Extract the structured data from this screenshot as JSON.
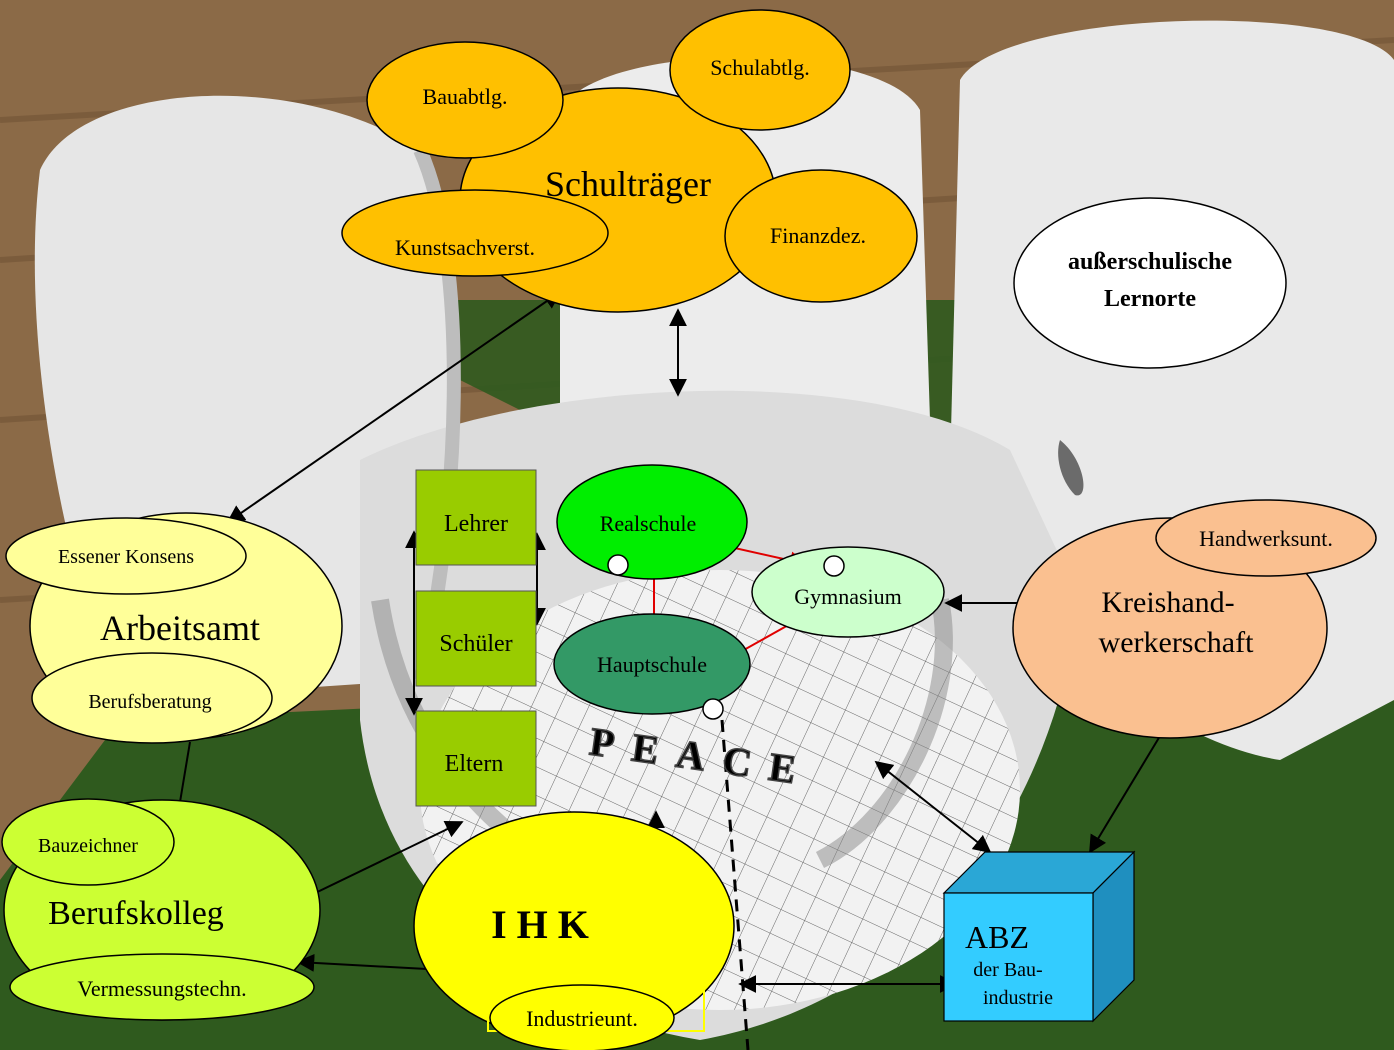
{
  "colors": {
    "schultraeger": "#ffc000",
    "arbeitsamt": "#ffff99",
    "berufskolleg": "#ccff33",
    "ihk": "#ffff00",
    "realschule": "#00ee00",
    "hauptschule": "#339966",
    "gymnasium": "#ccffcc",
    "kreishandwerkerschaft": "#fac090",
    "box": "#99cc00",
    "abz": "#33ccff",
    "white": "#ffffff",
    "arrow_black": "#000000",
    "arrow_red": "#ff0000"
  },
  "nodes": {
    "schultraeger": "Schulträger",
    "bauabtlg": "Bauabtlg.",
    "schulabtlg": "Schulabtlg.",
    "kunstsachverst": "Kunstsachverst.",
    "finanzdez": "Finanzdez.",
    "ausserschulische_line1": "außerschulische",
    "ausserschulische_line2": "Lernorte",
    "arbeitsamt": "Arbeitsamt",
    "essener_konsens": "Essener Konsens",
    "berufsberatung": "Berufsberatung",
    "lehrer": "Lehrer",
    "schueler": "Schüler",
    "eltern": "Eltern",
    "realschule": "Realschule",
    "gymnasium": "Gymnasium",
    "hauptschule": "Hauptschule",
    "kreishandwerkerschaft_line1": "Kreishand-",
    "kreishandwerkerschaft_line2": "werkerschaft",
    "handwerksunt": "Handwerksunt.",
    "bauzeichner": "Bauzeichner",
    "berufskolleg": "Berufskolleg",
    "vermessungstechn": "Vermessungstechn.",
    "ihk": "I H K",
    "industrieunt": "Industrieunt.",
    "abz_title": "ABZ",
    "abz_line1": "der Bau-",
    "abz_line2": "industrie",
    "mosaic_word": "PEACE"
  }
}
